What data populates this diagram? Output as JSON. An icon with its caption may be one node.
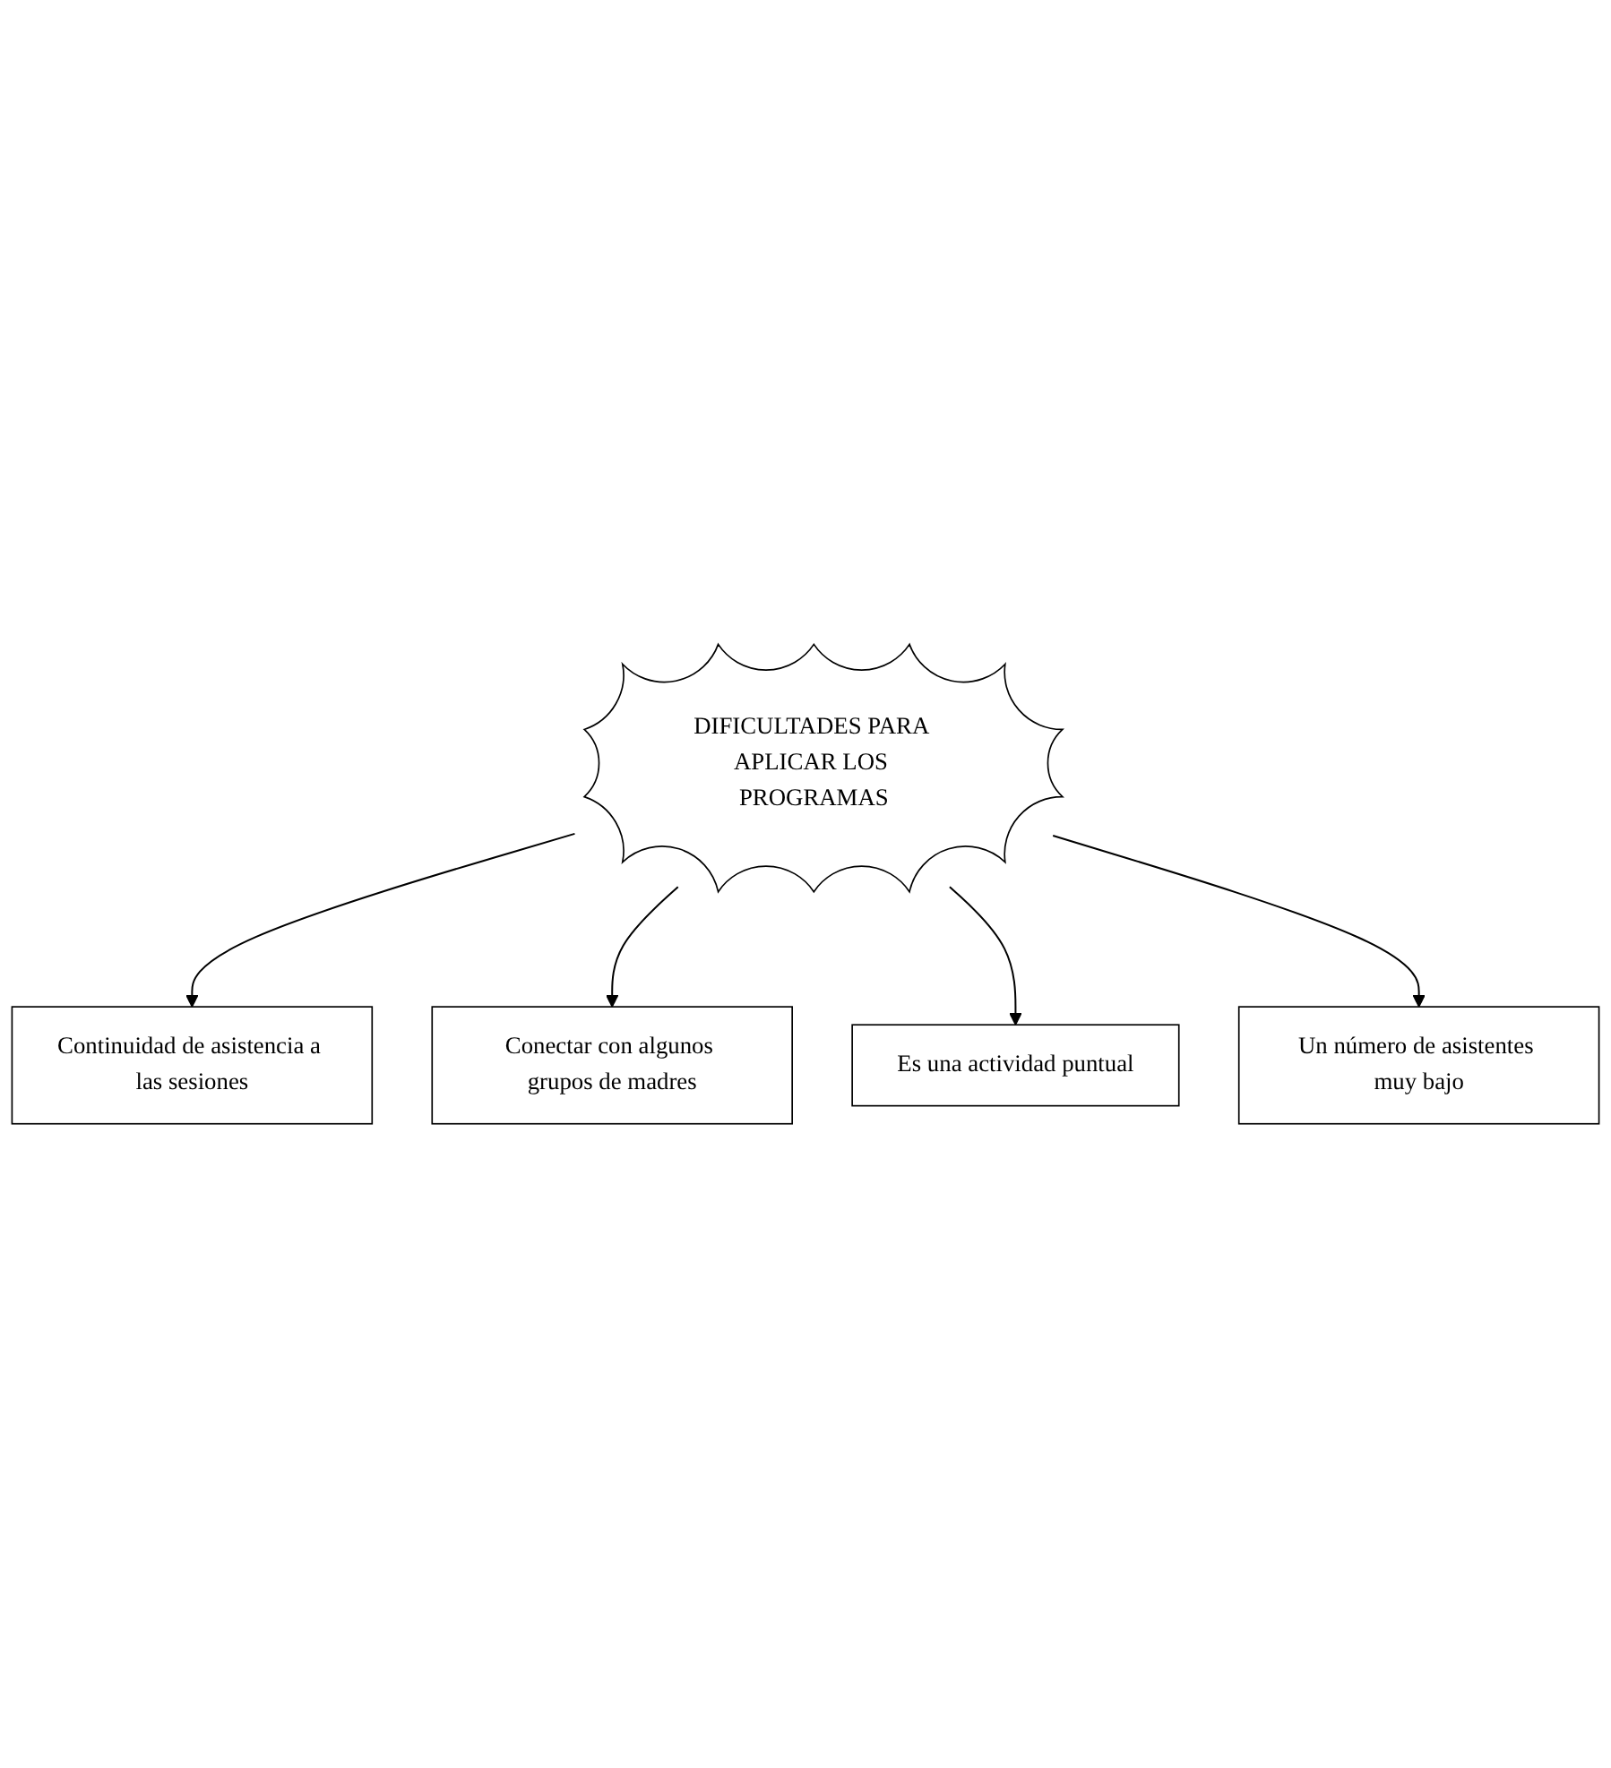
{
  "diagram": {
    "nodes": [
      {
        "text": [
          "Continuidad de asistencia a las sesiones"
        ]
      },
      {
        "text": [
          "Conectar con algunos grupos de madres"
        ]
      },
      {
        "text": [
          "DIFICULTADES PARA APLICAR LOS PROGRAMAS"
        ]
      },
      {
        "text": [
          "Es una actividad puntual"
        ]
      },
      {
        "text": [
          "Un número de asistentes muy bajo"
        ]
      }
    ],
    "edges": [
      {
        "from": 2,
        "to": 0,
        "arrow": "to"
      },
      {
        "from": 2,
        "to": 1,
        "arrow": "to"
      },
      {
        "from": 2,
        "to": 3,
        "arrow": "to"
      },
      {
        "from": 2,
        "to": 4,
        "arrow": "to"
      }
    ]
  }
}
